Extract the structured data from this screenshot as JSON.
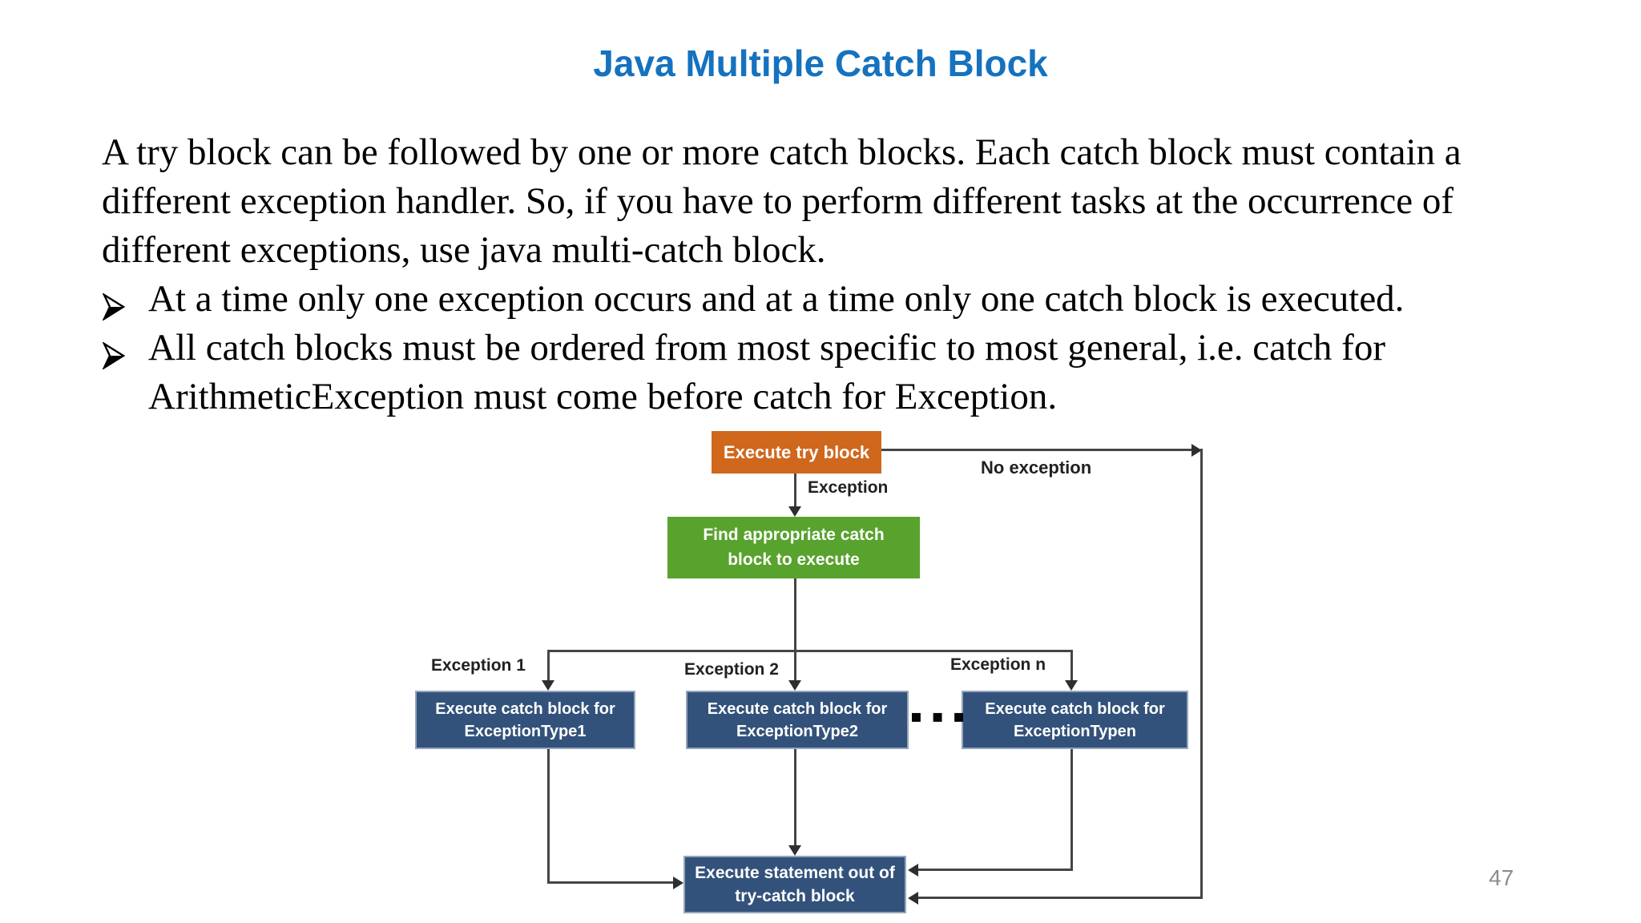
{
  "slide": {
    "title": "Java Multiple Catch Block",
    "paragraph_lines": [
      "A try block can be followed by one or more catch blocks. Each catch block must contain a",
      "different exception handler. So, if you have to perform different tasks at the occurrence of",
      "different exceptions, use java multi-catch block."
    ],
    "bullets": [
      {
        "lines": [
          "At a time only one exception occurs and at a time only one catch block is executed."
        ]
      },
      {
        "lines": [
          "All catch blocks must be ordered from most specific to most general, i.e. catch for",
          "ArithmeticException must come before catch for Exception."
        ]
      }
    ],
    "page_number": "47"
  },
  "flowchart": {
    "nodes": {
      "try_block": {
        "label": "Execute try block",
        "color": "#cf671d"
      },
      "find_catch": {
        "label": "Find appropriate catch block to execute",
        "color": "#58a22e"
      },
      "catch_1": {
        "label": "Execute catch block for ExceptionType1",
        "color": "#33527b"
      },
      "catch_2": {
        "label": "Execute catch block for ExceptionType2",
        "color": "#33527b"
      },
      "catch_n": {
        "label": "Execute catch block for ExceptionTypen",
        "color": "#33527b"
      },
      "statement_out": {
        "label": "Execute statement out of try-catch block",
        "color": "#33527b"
      }
    },
    "edge_labels": {
      "exception": "Exception",
      "no_exception": "No exception",
      "exception_1": "Exception 1",
      "exception_2": "Exception 2",
      "exception_n": "Exception n"
    },
    "ellipsis": "▪ ▪ ▪"
  },
  "colors": {
    "title_blue": "#1572bf",
    "orange_node": "#cf671d",
    "green_node": "#58a22e",
    "navy_node": "#33527b",
    "connector": "#454545",
    "page_number_gray": "#8c8c8c"
  }
}
